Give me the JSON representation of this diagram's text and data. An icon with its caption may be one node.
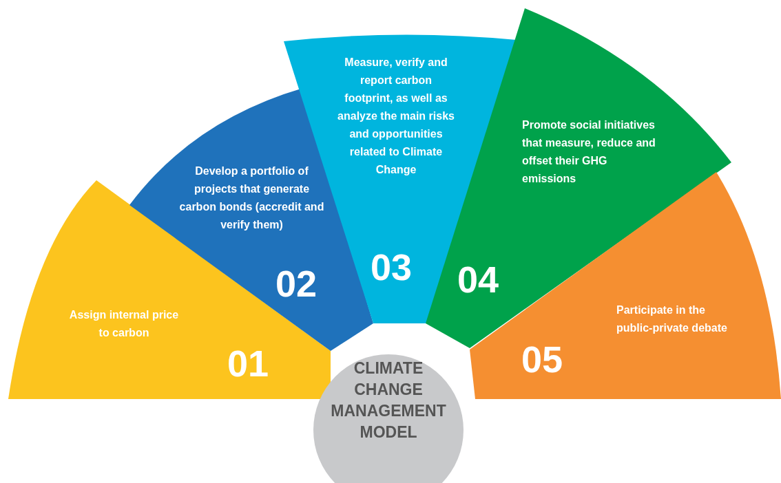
{
  "diagram": {
    "nodes": [
      {
        "text": [
          "Assign internal price to carbon",
          "01"
        ]
      },
      {
        "text": [
          "Develop a portfolio of projects that generate carbon bonds (accredit and verify them)",
          "02"
        ]
      },
      {
        "text": [
          "Measure, verify and report carbon footprint, as well as analyze the main risks and opportunities related to Climate Change",
          "03"
        ]
      },
      {
        "text": [
          "Promote social initiatives that measure, reduce and offset their GHG emissions",
          "04"
        ]
      },
      {
        "text": [
          "Participate in the public-private debate",
          "05"
        ]
      },
      {
        "text": [
          "CLIMATE CHANGE MANAGEMENT MODEL"
        ]
      }
    ]
  }
}
